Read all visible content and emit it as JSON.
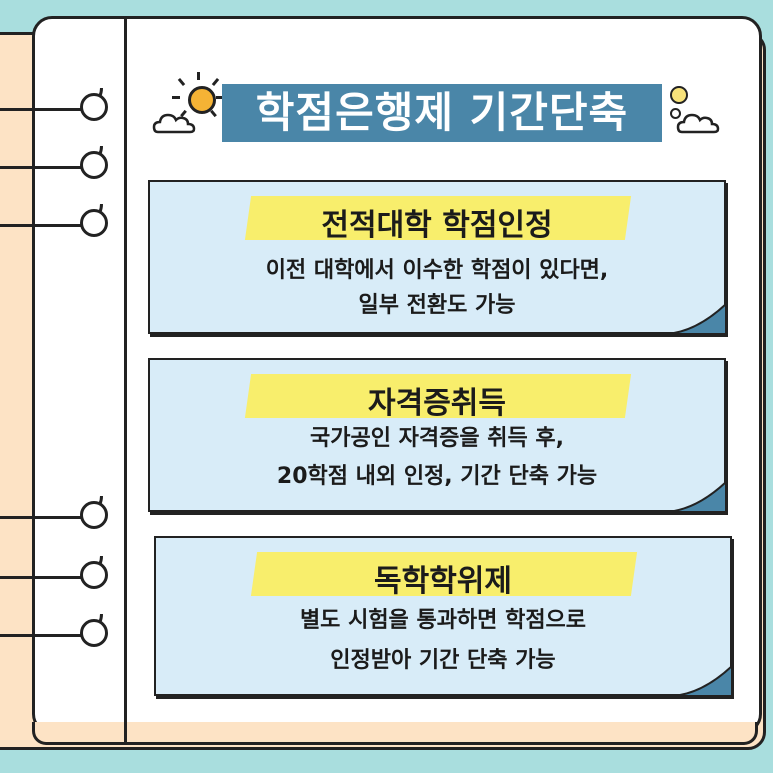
{
  "title": "학점은행제 기간단축",
  "cards": [
    {
      "heading": "전적대학 학점인정",
      "line1": "이전 대학에서 이수한 학점이 있다면,",
      "line2": "일부 전환도 가능"
    },
    {
      "heading": "자격증취득",
      "line1": "국가공인 자격증을 취득 후,",
      "line2": "20학점 내외 인정, 기간 단축 가능"
    },
    {
      "heading": "독학학위제",
      "line1": "별도 시험을 통과하면  학점으로",
      "line2": "인정받아 기간 단축 가능"
    }
  ],
  "colors": {
    "background": "#a9dede",
    "title_bg": "#4a86a8",
    "card_bg": "#d8ecf8",
    "highlight": "#f8ee6c",
    "back_page": "#fde3c5"
  }
}
